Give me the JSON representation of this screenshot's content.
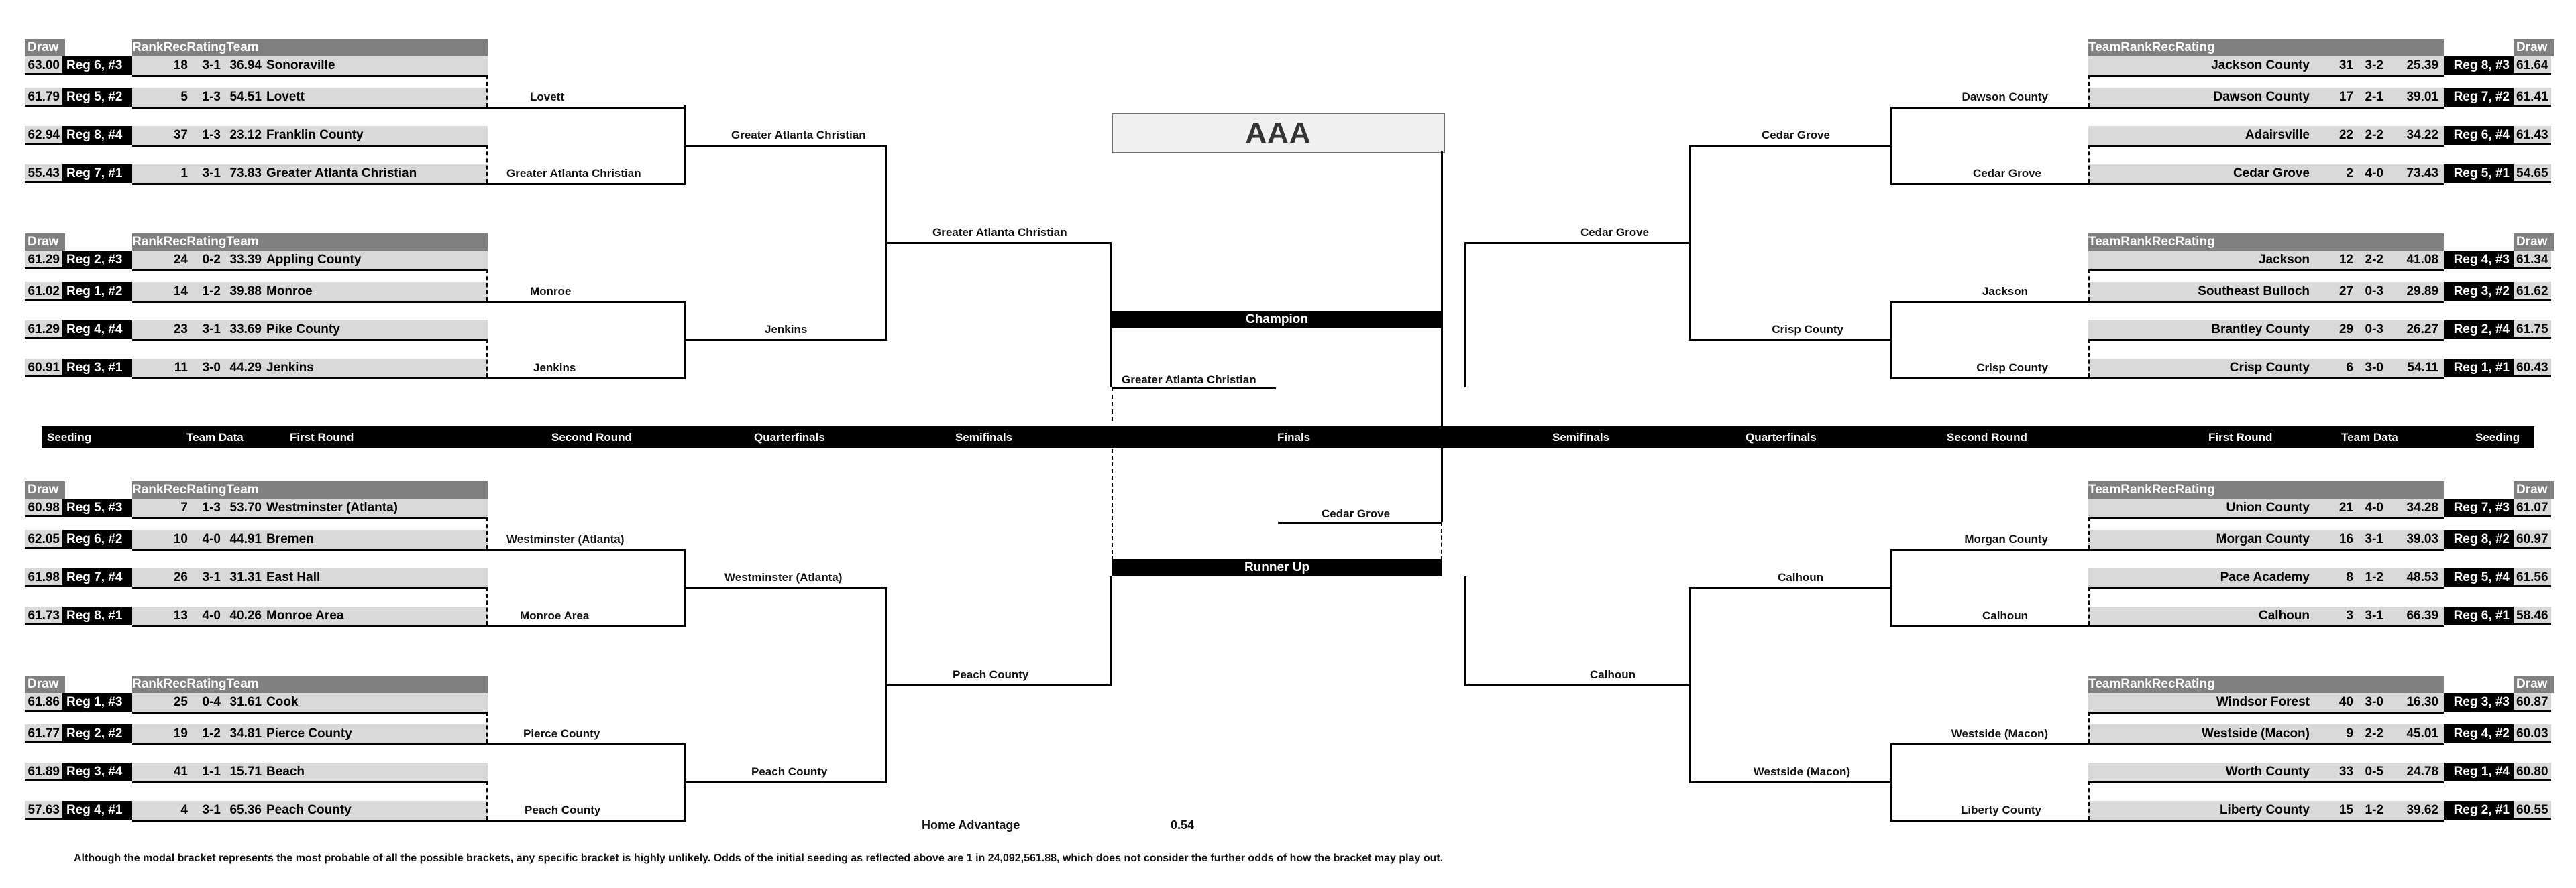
{
  "title": "AAA",
  "center": {
    "champion_label": "Champion",
    "champion_team": "Greater Atlanta Christian",
    "runner_up_label": "Runner Up",
    "runner_up_team": "Cedar Grove"
  },
  "column_headers": {
    "draw": "Draw",
    "rank": "Rank",
    "rec": "Rec",
    "rating": "Rating",
    "team": "Team"
  },
  "round_labels_left": [
    "Seeding",
    "Team Data",
    "First Round",
    "Second Round",
    "Quarterfinals",
    "Semifinals",
    "Finals"
  ],
  "round_labels_right": [
    "Semifinals",
    "Quarterfinals",
    "Second Round",
    "First Round",
    "Team Data",
    "Seeding"
  ],
  "home_advantage": {
    "label": "Home Advantage",
    "value": "0.54"
  },
  "footnote": "Although the modal bracket represents the most probable of all the possible brackets, any specific bracket is highly unlikely.  Odds of the initial seeding as reflected above are 1 in 24,092,561.88, which does not consider the further odds of how the bracket may play out.",
  "quadrants": {
    "top_left": {
      "seeds": [
        {
          "draw": "63.00",
          "reg": "Reg 6, #3",
          "rank": "18",
          "rec": "3-1",
          "rating": "36.94",
          "team": "Sonoraville"
        },
        {
          "draw": "61.79",
          "reg": "Reg 5, #2",
          "rank": "5",
          "rec": "1-3",
          "rating": "54.51",
          "team": "Lovett"
        },
        {
          "draw": "62.94",
          "reg": "Reg 8, #4",
          "rank": "37",
          "rec": "1-3",
          "rating": "23.12",
          "team": "Franklin County"
        },
        {
          "draw": "55.43",
          "reg": "Reg 7, #1",
          "rank": "1",
          "rec": "3-1",
          "rating": "73.83",
          "team": "Greater Atlanta Christian"
        }
      ],
      "first_round": [
        "Lovett",
        "Greater Atlanta Christian"
      ],
      "second_round": "Greater Atlanta Christian",
      "quarterfinal": "Greater Atlanta Christian"
    },
    "mid_left": {
      "seeds": [
        {
          "draw": "61.29",
          "reg": "Reg 2, #3",
          "rank": "24",
          "rec": "0-2",
          "rating": "33.39",
          "team": "Appling County"
        },
        {
          "draw": "61.02",
          "reg": "Reg 1, #2",
          "rank": "14",
          "rec": "1-2",
          "rating": "39.88",
          "team": "Monroe"
        },
        {
          "draw": "61.29",
          "reg": "Reg 4, #4",
          "rank": "23",
          "rec": "3-1",
          "rating": "33.69",
          "team": "Pike County"
        },
        {
          "draw": "60.91",
          "reg": "Reg 3, #1",
          "rank": "11",
          "rec": "3-0",
          "rating": "44.29",
          "team": "Jenkins"
        }
      ],
      "first_round": [
        "Monroe",
        "Jenkins"
      ],
      "second_round": "Jenkins"
    },
    "bottom_left_a": {
      "seeds": [
        {
          "draw": "60.98",
          "reg": "Reg 5, #3",
          "rank": "7",
          "rec": "1-3",
          "rating": "53.70",
          "team": "Westminster (Atlanta)"
        },
        {
          "draw": "62.05",
          "reg": "Reg 6, #2",
          "rank": "10",
          "rec": "4-0",
          "rating": "44.91",
          "team": "Bremen"
        },
        {
          "draw": "61.98",
          "reg": "Reg 7, #4",
          "rank": "26",
          "rec": "3-1",
          "rating": "31.31",
          "team": "East Hall"
        },
        {
          "draw": "61.73",
          "reg": "Reg 8, #1",
          "rank": "13",
          "rec": "4-0",
          "rating": "40.26",
          "team": "Monroe Area"
        }
      ],
      "first_round": [
        "Westminster (Atlanta)",
        "Monroe Area"
      ],
      "second_round": "Westminster (Atlanta)",
      "quarterfinal": "Peach County"
    },
    "bottom_left_b": {
      "seeds": [
        {
          "draw": "61.86",
          "reg": "Reg 1, #3",
          "rank": "25",
          "rec": "0-4",
          "rating": "31.61",
          "team": "Cook"
        },
        {
          "draw": "61.77",
          "reg": "Reg 2, #2",
          "rank": "19",
          "rec": "1-2",
          "rating": "34.81",
          "team": "Pierce County"
        },
        {
          "draw": "61.89",
          "reg": "Reg 3, #4",
          "rank": "41",
          "rec": "1-1",
          "rating": "15.71",
          "team": "Beach"
        },
        {
          "draw": "57.63",
          "reg": "Reg 4, #1",
          "rank": "4",
          "rec": "3-1",
          "rating": "65.36",
          "team": "Peach County"
        }
      ],
      "first_round": [
        "Pierce County",
        "Peach County"
      ],
      "second_round": "Peach County"
    },
    "top_right": {
      "seeds": [
        {
          "team": "Jackson County",
          "rank": "31",
          "rec": "3-2",
          "rating": "25.39",
          "reg": "Reg 8, #3",
          "draw": "61.64"
        },
        {
          "team": "Dawson County",
          "rank": "17",
          "rec": "2-1",
          "rating": "39.01",
          "reg": "Reg 7, #2",
          "draw": "61.41"
        },
        {
          "team": "Adairsville",
          "rank": "22",
          "rec": "2-2",
          "rating": "34.22",
          "reg": "Reg 6, #4",
          "draw": "61.43"
        },
        {
          "team": "Cedar Grove",
          "rank": "2",
          "rec": "4-0",
          "rating": "73.43",
          "reg": "Reg 5, #1",
          "draw": "54.65"
        }
      ],
      "first_round": [
        "Dawson County",
        "Cedar Grove"
      ],
      "second_round": "Cedar Grove",
      "quarterfinal": "Cedar Grove"
    },
    "mid_right": {
      "seeds": [
        {
          "team": "Jackson",
          "rank": "12",
          "rec": "2-2",
          "rating": "41.08",
          "reg": "Reg 4, #3",
          "draw": "61.34"
        },
        {
          "team": "Southeast Bulloch",
          "rank": "27",
          "rec": "0-3",
          "rating": "29.89",
          "reg": "Reg 3, #2",
          "draw": "61.62"
        },
        {
          "team": "Brantley County",
          "rank": "29",
          "rec": "0-3",
          "rating": "26.27",
          "reg": "Reg 2, #4",
          "draw": "61.75"
        },
        {
          "team": "Crisp County",
          "rank": "6",
          "rec": "3-0",
          "rating": "54.11",
          "reg": "Reg 1, #1",
          "draw": "60.43"
        }
      ],
      "first_round": [
        "Jackson",
        "Crisp County"
      ],
      "second_round": "Crisp County"
    },
    "bottom_right_a": {
      "seeds": [
        {
          "team": "Union County",
          "rank": "21",
          "rec": "4-0",
          "rating": "34.28",
          "reg": "Reg 7, #3",
          "draw": "61.07"
        },
        {
          "team": "Morgan County",
          "rank": "16",
          "rec": "3-1",
          "rating": "39.03",
          "reg": "Reg 8, #2",
          "draw": "60.97"
        },
        {
          "team": "Pace Academy",
          "rank": "8",
          "rec": "1-2",
          "rating": "48.53",
          "reg": "Reg 5, #4",
          "draw": "61.56"
        },
        {
          "team": "Calhoun",
          "rank": "3",
          "rec": "3-1",
          "rating": "66.39",
          "reg": "Reg 6, #1",
          "draw": "58.46"
        }
      ],
      "first_round": [
        "Morgan County",
        "Calhoun"
      ],
      "second_round": "Calhoun",
      "quarterfinal": "Calhoun"
    },
    "bottom_right_b": {
      "seeds": [
        {
          "team": "Windsor Forest",
          "rank": "40",
          "rec": "3-0",
          "rating": "16.30",
          "reg": "Reg 3, #3",
          "draw": "60.87"
        },
        {
          "team": "Westside (Macon)",
          "rank": "9",
          "rec": "2-2",
          "rating": "45.01",
          "reg": "Reg 4, #2",
          "draw": "60.03"
        },
        {
          "team": "Worth County",
          "rank": "33",
          "rec": "0-5",
          "rating": "24.78",
          "reg": "Reg 1, #4",
          "draw": "60.80"
        },
        {
          "team": "Liberty County",
          "rank": "15",
          "rec": "1-2",
          "rating": "39.62",
          "reg": "Reg 2, #1",
          "draw": "60.55"
        }
      ],
      "first_round": [
        "Westside (Macon)",
        "Liberty County"
      ],
      "second_round": "Westside (Macon)"
    }
  },
  "semifinals": {
    "left_top": "Greater Atlanta Christian",
    "left_bottom": "Peach County",
    "right_top": "Cedar Grove",
    "right_bottom": "Calhoun"
  },
  "colors": {
    "header_gray": "#808080",
    "row_gray": "#d9d9d9",
    "black": "#000000",
    "title_box_bg": "#f0f0f0"
  }
}
